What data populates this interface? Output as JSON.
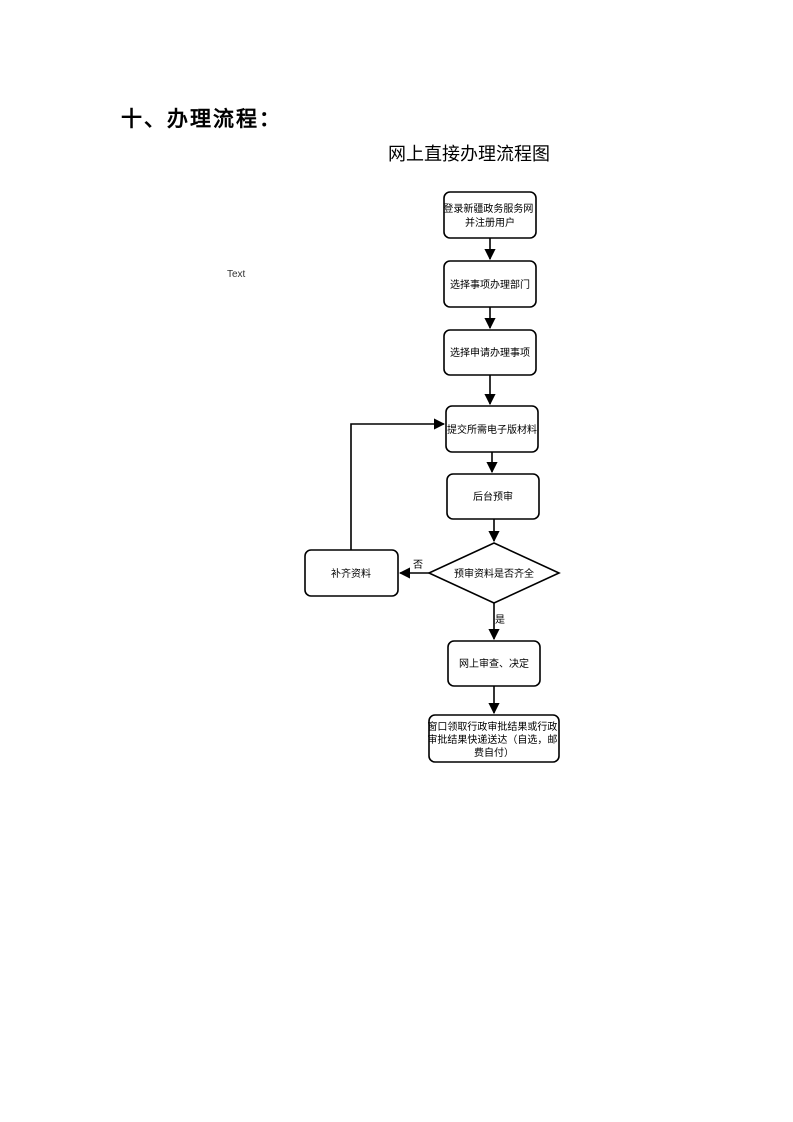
{
  "heading": "十、办理流程：",
  "diagram_title": "网上直接办理流程图",
  "stray_label": "Text",
  "nodes": {
    "register": [
      "登录新疆政务服务网",
      "并注册用户"
    ],
    "select_dept": [
      "选择事项办理部门"
    ],
    "select_item": [
      "选择申请办理事项"
    ],
    "submit": [
      "提交所需电子版材料"
    ],
    "pre_review": [
      "后台预审"
    ],
    "decision": [
      "预审资料是否齐全"
    ],
    "supplement": [
      "补齐资料"
    ],
    "online_review": [
      "网上审查、决定"
    ],
    "collect": [
      "窗口领取行政审批结果或行政",
      "审批结果快递送达（自选，邮",
      "费自付）"
    ]
  },
  "edges": {
    "no_label": "否",
    "yes_label": "是"
  },
  "colors": {
    "stroke": "#000000",
    "fill": "#ffffff"
  }
}
